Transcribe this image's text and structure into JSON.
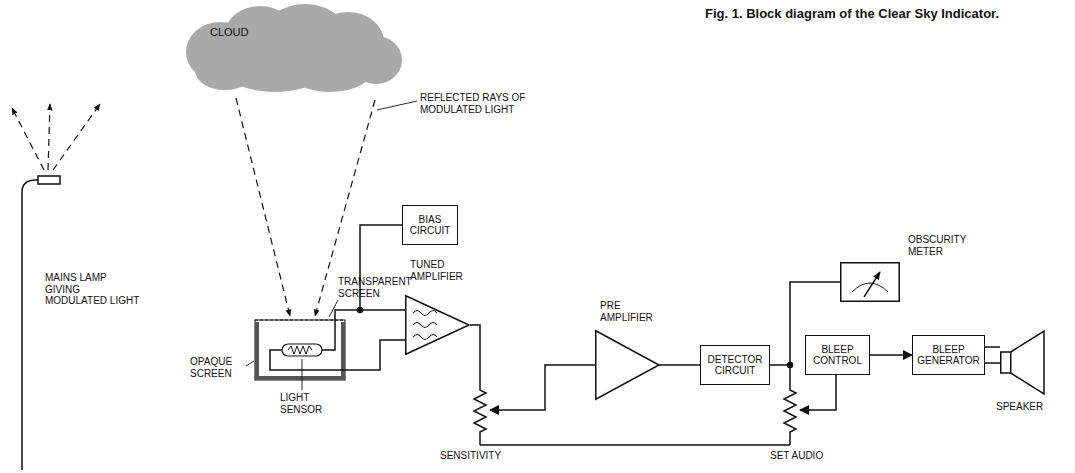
{
  "diagram": {
    "title": "Fig. 1. Block diagram of the Clear Sky Indicator.",
    "nodes": [
      {
        "text": [
          "CLOUD"
        ]
      },
      {
        "text": [
          "BIAS CIRCUIT"
        ]
      },
      {
        "text": [
          "TUNED AMPLIFIER"
        ]
      },
      {
        "text": [
          "PRE AMPLIFIER"
        ]
      },
      {
        "text": [
          "DETECTOR CIRCUIT"
        ]
      },
      {
        "text": [
          "OBSCURITY METER"
        ]
      },
      {
        "text": [
          "BLEEP CONTROL"
        ]
      },
      {
        "text": [
          "BLEEP GENERATOR"
        ]
      },
      {
        "text": [
          "SPEAKER"
        ]
      }
    ],
    "edges": [
      {
        "from": 1,
        "to": 2,
        "arrow": "none"
      },
      {
        "from": 3,
        "to": 4,
        "arrow": "none"
      },
      {
        "from": 4,
        "to": 5,
        "arrow": "none"
      },
      {
        "from": 6,
        "to": 7,
        "arrow": "to"
      },
      {
        "from": 7,
        "to": 8,
        "arrow": "none"
      }
    ],
    "labels": [
      "MAINS LAMP GIVING MODULATED LIGHT",
      "REFLECTED RAYS OF MODULATED LIGHT",
      "TRANSPARENT SCREEN",
      "OPAQUE SCREEN",
      "LIGHT SENSOR",
      "SENSITIVITY",
      "SET AUDIO"
    ]
  }
}
